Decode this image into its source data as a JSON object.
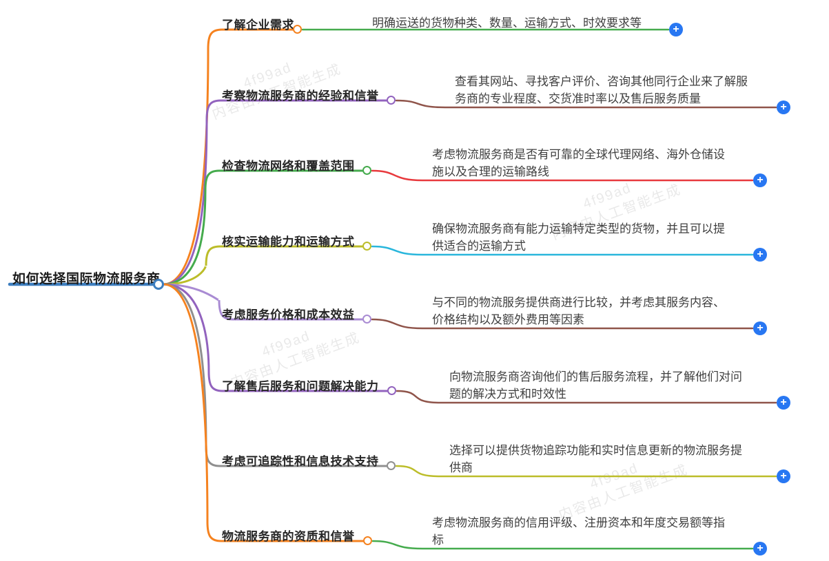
{
  "root": {
    "label": "如何选择国际物流服务商"
  },
  "icons": {
    "plus": "+"
  },
  "colors": {
    "root": "#3d7ebf",
    "plus_button": "#2877f2",
    "background": "#ffffff"
  },
  "watermarks": {
    "code": "4f99ad",
    "text": "内容由人工智能生成"
  },
  "branches": [
    {
      "label": "了解企业需求",
      "branch_color": "#f5821f",
      "detail_color": "#45ab4d",
      "detail": "明确运送的货物种类、数量、运输方式、时效要求等",
      "lines": [
        "明确运送的货物种类、数量、运输方式、时效要求等"
      ]
    },
    {
      "label": "考察物流服务商的经验和信誉",
      "branch_color": "#9263be",
      "detail_color": "#8f544a",
      "detail": "查看其网站、寻找客户评价、咨询其他同行企业来了解服务商的专业程度、交货准时率以及售后服务质量",
      "lines": [
        "查看其网站、寻找客户评价、咨询其他同行企业来了解服",
        "务商的专业程度、交货准时率以及售后服务质量"
      ]
    },
    {
      "label": "检查物流网络和覆盖范围",
      "branch_color": "#45ab4d",
      "detail_color": "#e8393d",
      "detail": "考虑物流服务商是否有可靠的全球代理网络、海外仓储设施以及合理的运输路线",
      "lines": [
        "考虑物流服务商是否有可靠的全球代理网络、海外仓储设",
        "施以及合理的运输路线"
      ]
    },
    {
      "label": "核实运输能力和运输方式",
      "branch_color": "#bcbd29",
      "detail_color": "#29b6dc",
      "detail": "确保物流服务商有能力运输特定类型的货物，并且可以提供适合的运输方式",
      "lines": [
        "确保物流服务商有能力运输特定类型的货物，并且可以提",
        "供适合的运输方式"
      ]
    },
    {
      "label": "考虑服务价格和成本效益",
      "branch_color": "#a98bd3",
      "detail_color": "#8f544a",
      "detail": "与不同的物流服务提供商进行比较，并考虑其服务内容、价格结构以及额外费用等因素",
      "lines": [
        "与不同的物流服务提供商进行比较，并考虑其服务内容、",
        "价格结构以及额外费用等因素"
      ]
    },
    {
      "label": "了解售后服务和问题解决能力",
      "branch_color": "#9263be",
      "detail_color": "#8f544a",
      "detail": "向物流服务商咨询他们的售后服务流程，并了解他们对问题的解决方式和时效性",
      "lines": [
        "向物流服务商咨询他们的售后服务流程，并了解他们对问",
        "题的解决方式和时效性"
      ]
    },
    {
      "label": "考虑可追踪性和信息技术支持",
      "branch_color": "#8f8f8f",
      "detail_color": "#bcbd29",
      "detail": "选择可以提供货物追踪功能和实时信息更新的物流服务提供商",
      "lines": [
        "选择可以提供货物追踪功能和实时信息更新的物流服务提",
        "供商"
      ]
    },
    {
      "label": "物流服务商的资质和信誉",
      "branch_color": "#f5821f",
      "detail_color": "#45ab4d",
      "detail": "考虑物流服务商的信用评级、注册资本和年度交易额等指标",
      "lines": [
        "考虑物流服务商的信用评级、注册资本和年度交易额等指",
        "标"
      ]
    }
  ]
}
